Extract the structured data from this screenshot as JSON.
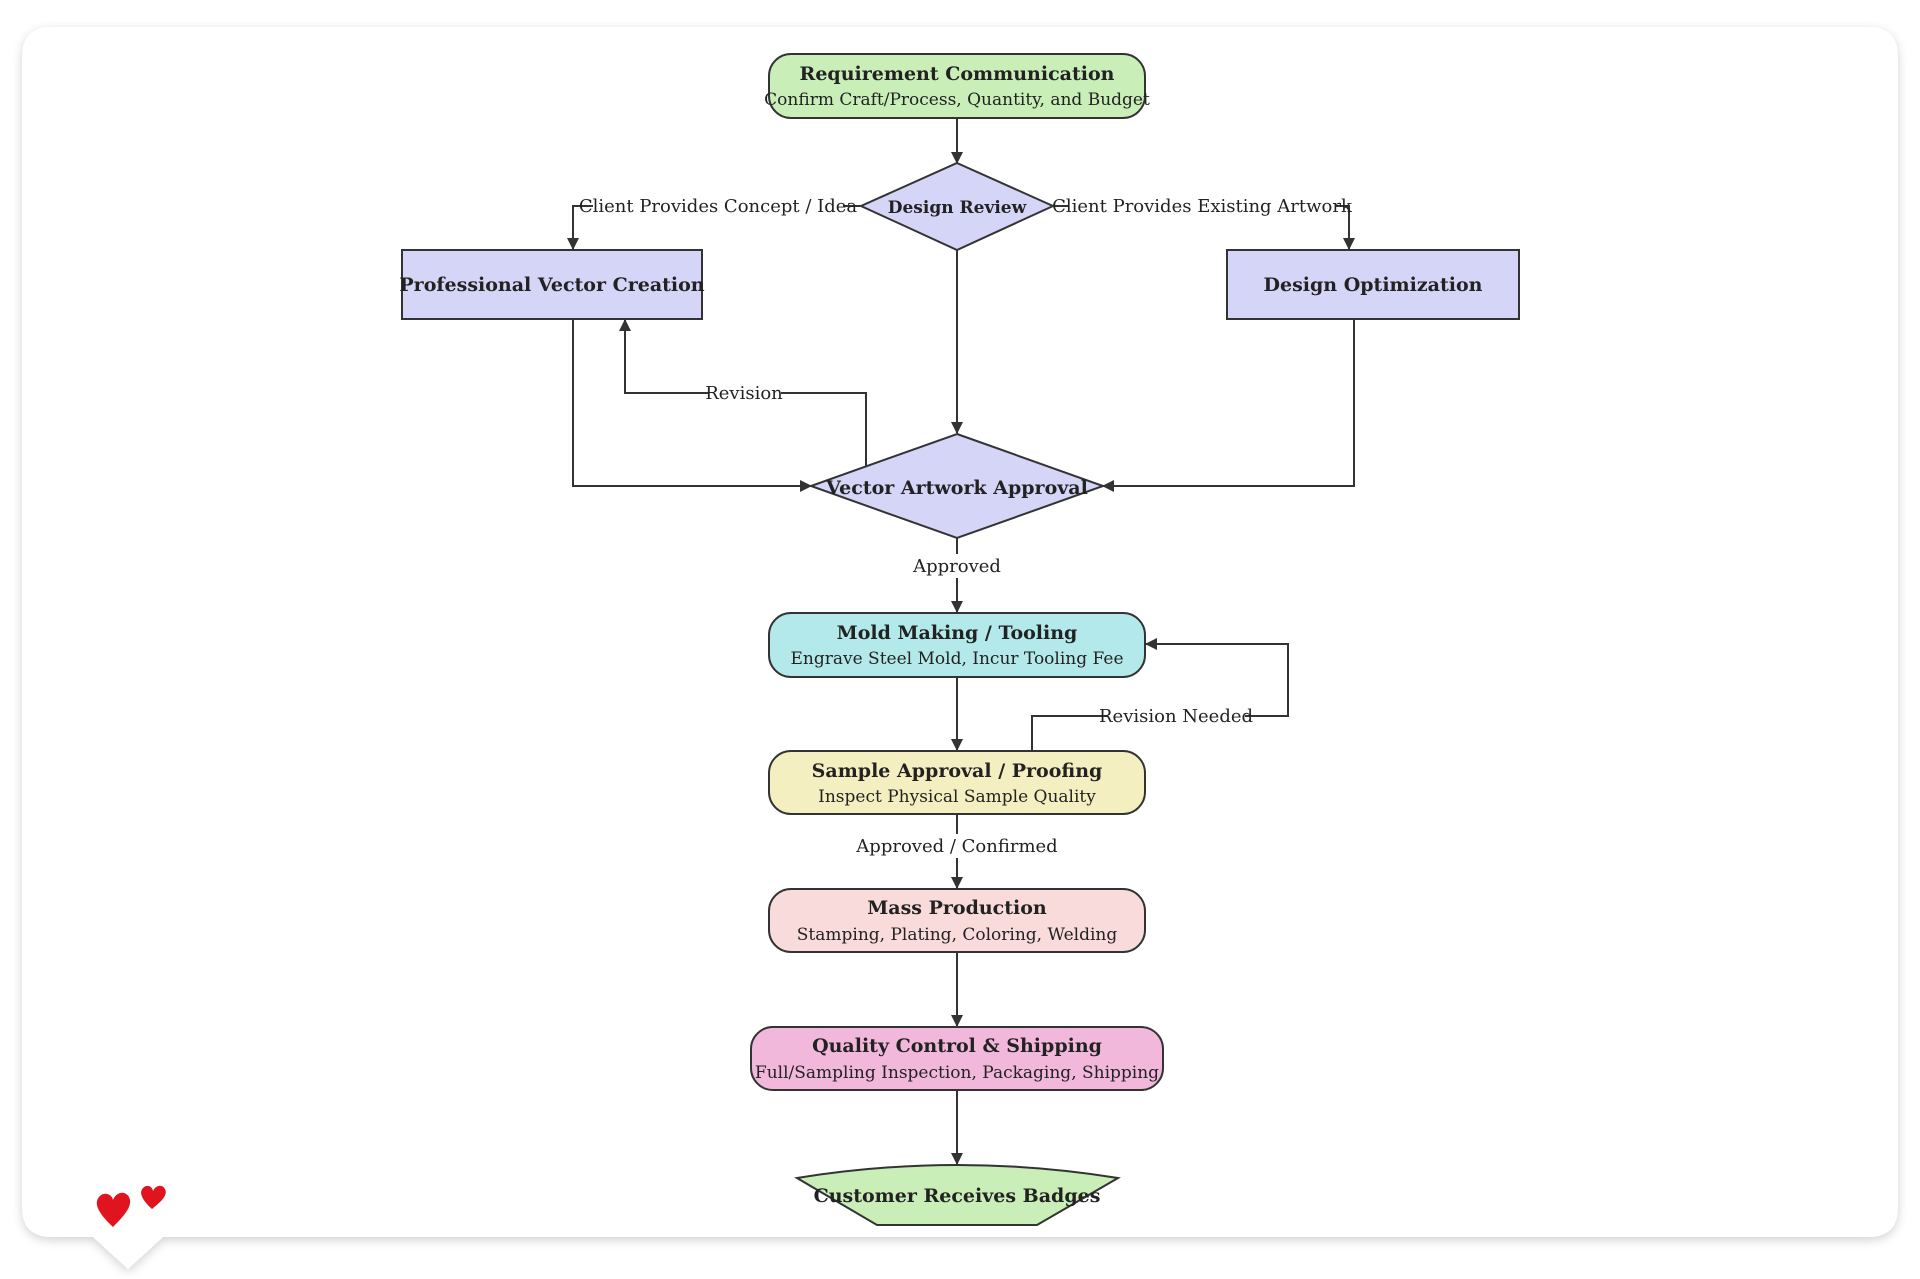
{
  "colors": {
    "green": "#c9eeb7",
    "lavender": "#d4d5f7",
    "teal": "#b3e9ea",
    "yellow": "#f4efc0",
    "pink": "#f9dbdb",
    "magenta": "#f2b8dc",
    "heart": "#e0141e",
    "stroke": "#333333"
  },
  "nodes": {
    "requirement": {
      "title": "Requirement Communication",
      "sub": "Confirm Craft/Process, Quantity, and Budget"
    },
    "design_review": {
      "title": "Design Review"
    },
    "vector_creation": {
      "title": "Professional Vector Creation"
    },
    "design_optimization": {
      "title": "Design Optimization"
    },
    "artwork_approval": {
      "title": "Vector Artwork Approval"
    },
    "mold_making": {
      "title": "Mold Making / Tooling",
      "sub": "Engrave Steel Mold, Incur Tooling Fee"
    },
    "sample_approval": {
      "title": "Sample Approval / Proofing",
      "sub": "Inspect Physical Sample Quality"
    },
    "mass_production": {
      "title": "Mass Production",
      "sub": "Stamping, Plating, Coloring, Welding"
    },
    "quality_control": {
      "title": "Quality Control & Shipping",
      "sub": "Full/Sampling Inspection, Packaging, Shipping"
    },
    "customer": {
      "title": "Customer Receives Badges"
    }
  },
  "edges": {
    "concept": "Client Provides Concept / Idea",
    "existing": "Client Provides Existing Artwork",
    "revision": "Revision",
    "approved": "Approved",
    "revision_needed": "Revision Needed",
    "approved_confirmed": "Approved / Confirmed"
  },
  "decor": {
    "hearts_icon": "hearts-icon"
  }
}
